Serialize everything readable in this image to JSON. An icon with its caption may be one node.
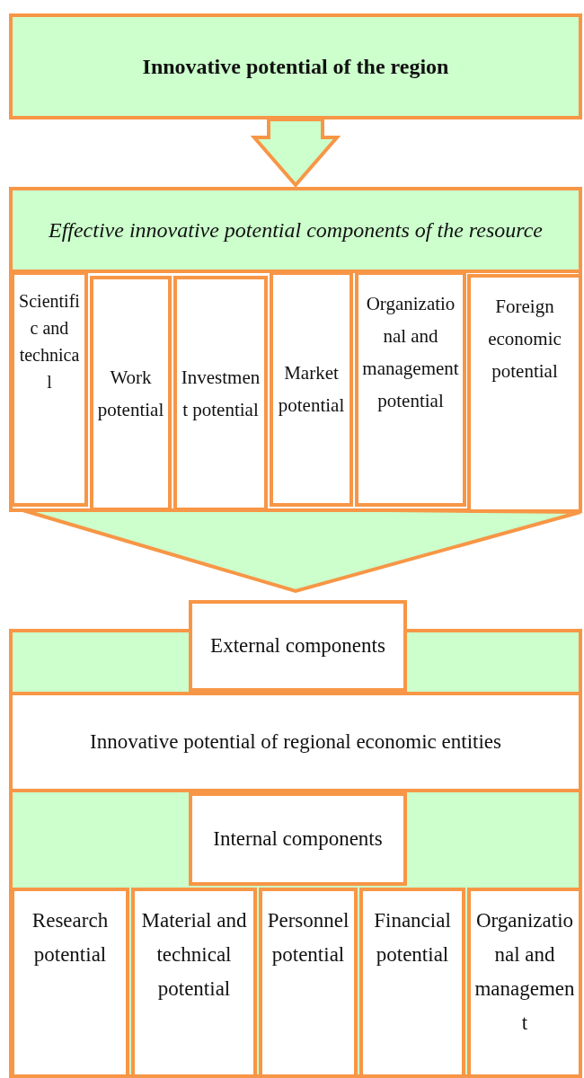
{
  "diagram": {
    "nodes": [
      {
        "text": [
          "Innovative potential of the region"
        ]
      },
      {
        "text": [],
        "shape": "box"
      },
      {
        "text": [
          "Effective innovative potential components of the resource"
        ],
        "in": 1
      },
      {
        "text": [
          "Scientific and technical"
        ],
        "in": 1
      },
      {
        "text": [
          "Work potential"
        ],
        "in": 1
      },
      {
        "text": [
          "Investment potential"
        ],
        "in": 1
      },
      {
        "text": [
          "Market potential"
        ],
        "in": 1
      },
      {
        "text": [
          "Organizational and management potential"
        ],
        "in": 1
      },
      {
        "text": [
          "Foreign economic potential"
        ],
        "in": 1
      },
      {
        "text": [],
        "shape": "box"
      },
      {
        "text": [
          "External components"
        ]
      },
      {
        "text": [
          "Innovative potential of regional economic entities"
        ],
        "in": 9
      },
      {
        "text": [
          "Internal components"
        ],
        "in": 9
      },
      {
        "text": [
          "Research potential"
        ],
        "in": 9
      },
      {
        "text": [
          "Material and technical potential"
        ],
        "in": 9
      },
      {
        "text": [
          "Personnel potential"
        ],
        "in": 9
      },
      {
        "text": [
          "Financial potential"
        ],
        "in": 9
      },
      {
        "text": [
          "Organizational and management"
        ],
        "in": 9
      }
    ],
    "edges": [
      {
        "from": 0,
        "to": 1,
        "arrow": "to"
      },
      {
        "from": 1,
        "to": 10,
        "arrow": "to"
      }
    ]
  }
}
